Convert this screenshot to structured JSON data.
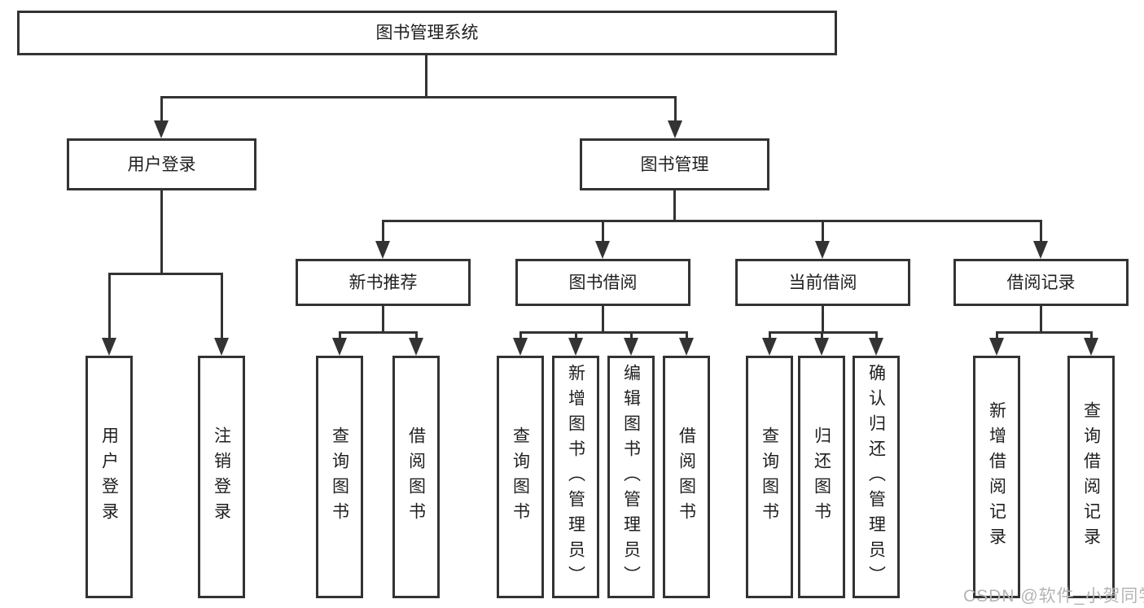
{
  "diagram": {
    "root": {
      "label": "图书管理系统"
    },
    "level2": [
      {
        "label": "用户登录"
      },
      {
        "label": "图书管理"
      }
    ],
    "level3": [
      {
        "label": "新书推荐"
      },
      {
        "label": "图书借阅"
      },
      {
        "label": "当前借阅"
      },
      {
        "label": "借阅记录"
      }
    ],
    "leaves": [
      {
        "label": "用户登录"
      },
      {
        "label": "注销登录"
      },
      {
        "label": "查询图书"
      },
      {
        "label": "借阅图书"
      },
      {
        "label": "查询图书"
      },
      {
        "label": "新增图书（管理员）"
      },
      {
        "label": "编辑图书（管理员）"
      },
      {
        "label": "借阅图书"
      },
      {
        "label": "查询图书"
      },
      {
        "label": "归还图书"
      },
      {
        "label": "确认归还（管理员）"
      },
      {
        "label": "新增借阅记录"
      },
      {
        "label": "查询借阅记录"
      }
    ]
  },
  "watermark": {
    "text": "CSDN @软件_小贺同学"
  },
  "colors": {
    "line": "#333333",
    "text": "#1f1f1f",
    "background": "#ffffff",
    "watermark": "#b4b4b4"
  }
}
